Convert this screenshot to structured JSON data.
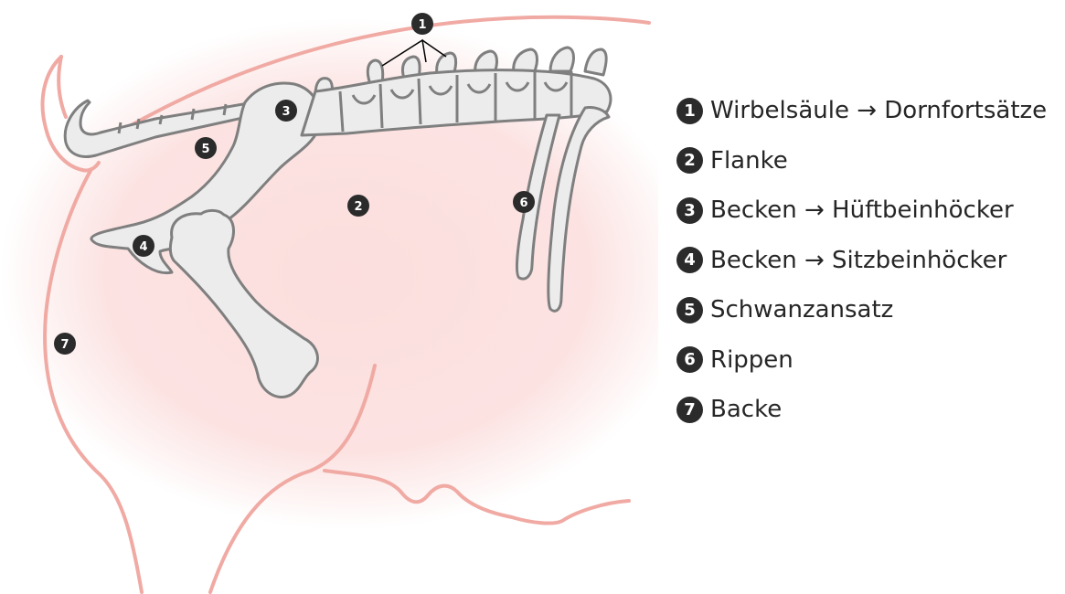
{
  "legend": [
    {
      "num": "1",
      "label": "Wirbelsäule → Dornfortsätze"
    },
    {
      "num": "2",
      "label": "Flanke"
    },
    {
      "num": "3",
      "label": "Becken → Hüftbeinhöcker"
    },
    {
      "num": "4",
      "label": "Becken → Sitzbeinhöcker"
    },
    {
      "num": "5",
      "label": "Schwanzansatz"
    },
    {
      "num": "6",
      "label": "Rippen"
    },
    {
      "num": "7",
      "label": "Backe"
    }
  ],
  "markers": [
    "1",
    "2",
    "3",
    "4",
    "5",
    "6",
    "7"
  ],
  "colors": {
    "outline": "#f0aaa3",
    "body_fill": "#fbdedd",
    "bone_fill": "#ececec",
    "bone_stroke": "#7f7f7f",
    "marker_fill": "#2b2b2b",
    "legend_text": "#262626"
  }
}
